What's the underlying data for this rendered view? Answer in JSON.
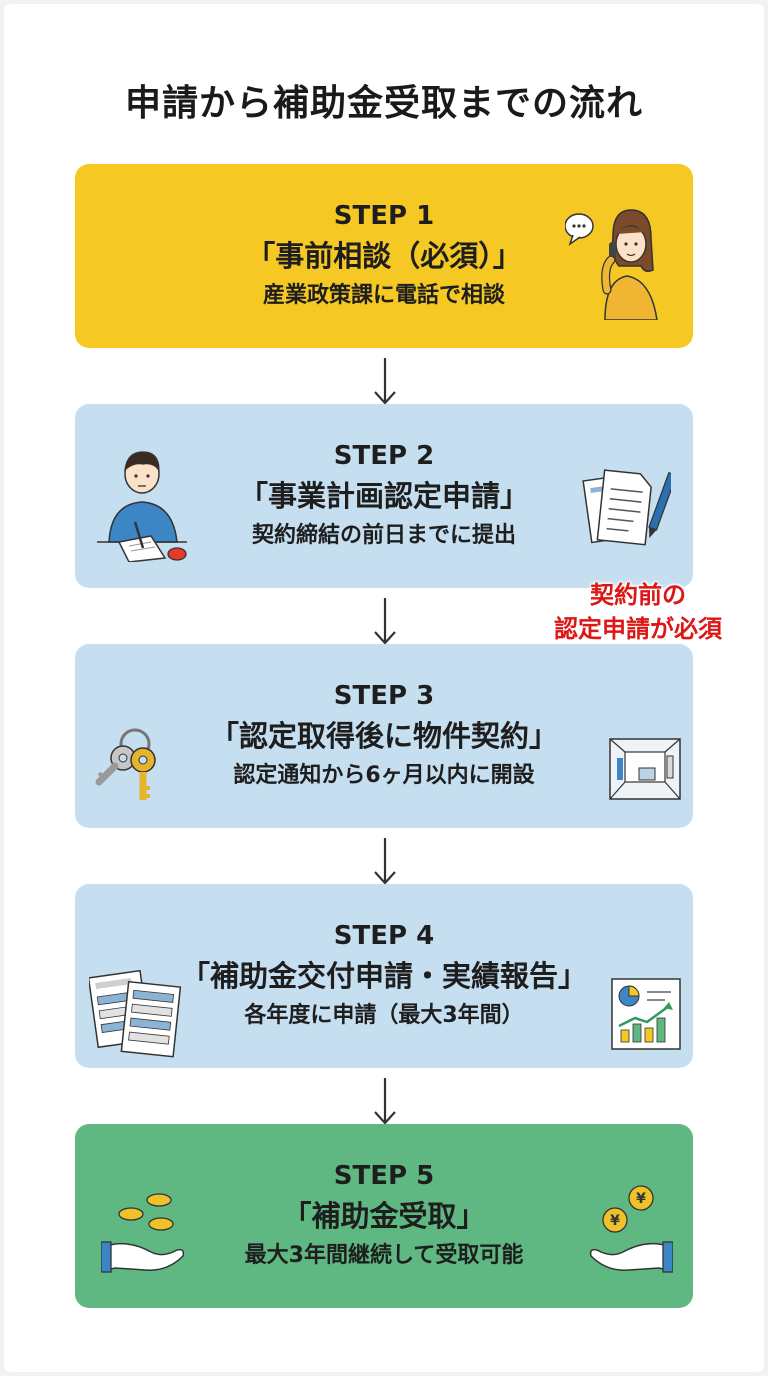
{
  "title": "申請から補助金受取までの流れ",
  "steps": [
    {
      "label": "STEP 1",
      "name": "「事前相談（必須）」",
      "desc": "産業政策課に電話で相談"
    },
    {
      "label": "STEP 2",
      "name": "「事業計画認定申請」",
      "desc": "契約締結の前日までに提出"
    },
    {
      "label": "STEP 3",
      "name": "「認定取得後に物件契約」",
      "desc": "認定通知から6ヶ月以内に開設"
    },
    {
      "label": "STEP 4",
      "name": "「補助金交付申請・実績報告」",
      "desc": "各年度に申請（最大3年間）"
    },
    {
      "label": "STEP 5",
      "name": "「補助金受取」",
      "desc": "最大3年間継続して受取可能"
    }
  ],
  "note": {
    "line1": "契約前の",
    "line2": "認定申請が必須"
  },
  "icons": {
    "step1": "phone-call-woman-icon",
    "step2_left": "man-writing-icon",
    "step2_right": "documents-pen-icon",
    "step3_left": "keys-icon",
    "step3_right": "room-interior-icon",
    "step4_left": "forms-icon",
    "step4_right": "growth-chart-icon",
    "step5_left": "coins-hand-icon",
    "step5_right": "yen-coins-hand-icon"
  },
  "colors": {
    "step1": "#f5c824",
    "step2_4": "#c5def0",
    "step5": "#5fb882",
    "note": "#dd1616"
  }
}
